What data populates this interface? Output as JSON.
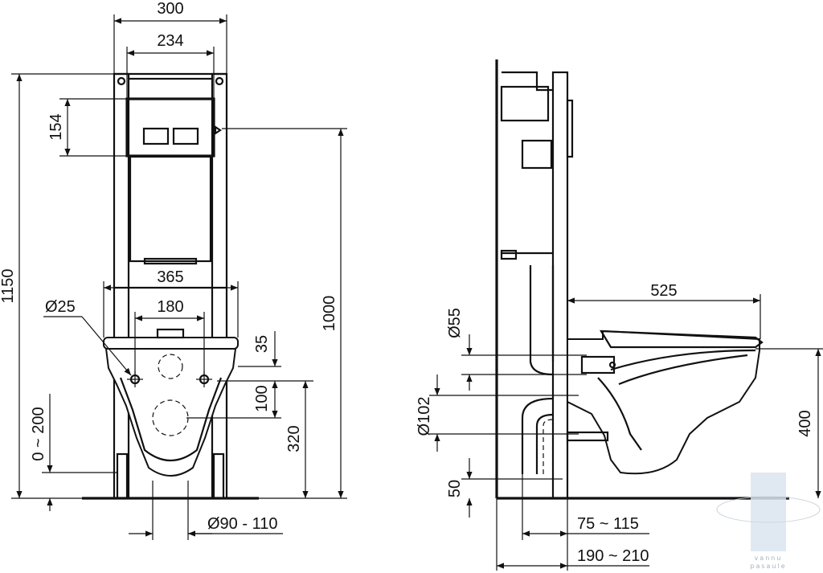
{
  "front_view": {
    "dim_width_frame": "300",
    "dim_width_plate": "234",
    "dim_plate_height": "154",
    "dim_total_height": "1150",
    "dim_frame_height": "1000",
    "dim_bowl_width": "365",
    "dim_bolt_spacing": "180",
    "dim_bolt_diameter": "Ø25",
    "dim_35": "35",
    "dim_100": "100",
    "dim_320": "320",
    "dim_adjust": "0 ~ 200",
    "dim_drain": "Ø90 - 110"
  },
  "side_view": {
    "dim_projection": "525",
    "dim_inlet": "Ø55",
    "dim_outlet": "Ø102",
    "dim_seat_height": "400",
    "dim_50": "50",
    "dim_75_115": "75 ~ 115",
    "dim_190_210": "190 ~ 210"
  },
  "watermark": {
    "line1": "vannu",
    "line2": "pasaule"
  },
  "colors": {
    "ink": "#111111",
    "watermark": "#9aa6b0",
    "watermark_bg": "#dbe6ef"
  }
}
